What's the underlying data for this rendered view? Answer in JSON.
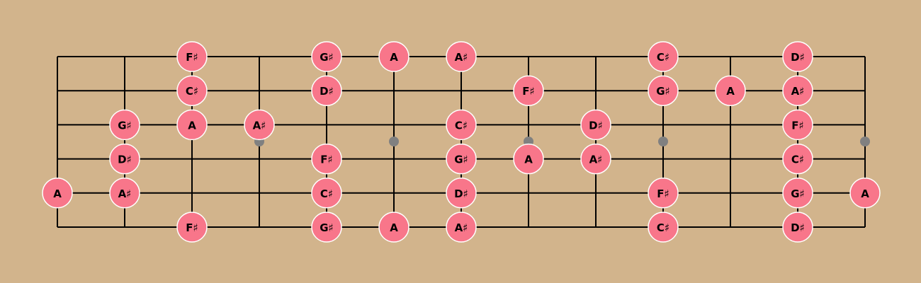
{
  "fretboard": {
    "string_count": 6,
    "fret_count": 12,
    "inlay_frets": [
      3,
      5,
      7,
      9,
      12
    ],
    "colors": {
      "background": "#d2b48c",
      "lines": "#000000",
      "inlay": "#808080",
      "note_fill": "#f8768a",
      "note_stroke": "#ffffff",
      "note_text": "#000000"
    },
    "notes": [
      {
        "string": 1,
        "fret": 2,
        "label": "F♯"
      },
      {
        "string": 1,
        "fret": 4,
        "label": "G♯"
      },
      {
        "string": 1,
        "fret": 5,
        "label": "A"
      },
      {
        "string": 1,
        "fret": 6,
        "label": "A♯"
      },
      {
        "string": 1,
        "fret": 9,
        "label": "C♯"
      },
      {
        "string": 1,
        "fret": 11,
        "label": "D♯"
      },
      {
        "string": 2,
        "fret": 2,
        "label": "C♯"
      },
      {
        "string": 2,
        "fret": 4,
        "label": "D♯"
      },
      {
        "string": 2,
        "fret": 7,
        "label": "F♯"
      },
      {
        "string": 2,
        "fret": 9,
        "label": "G♯"
      },
      {
        "string": 2,
        "fret": 10,
        "label": "A"
      },
      {
        "string": 2,
        "fret": 11,
        "label": "A♯"
      },
      {
        "string": 3,
        "fret": 1,
        "label": "G♯"
      },
      {
        "string": 3,
        "fret": 2,
        "label": "A"
      },
      {
        "string": 3,
        "fret": 3,
        "label": "A♯"
      },
      {
        "string": 3,
        "fret": 6,
        "label": "C♯"
      },
      {
        "string": 3,
        "fret": 8,
        "label": "D♯"
      },
      {
        "string": 3,
        "fret": 11,
        "label": "F♯"
      },
      {
        "string": 4,
        "fret": 1,
        "label": "D♯"
      },
      {
        "string": 4,
        "fret": 4,
        "label": "F♯"
      },
      {
        "string": 4,
        "fret": 6,
        "label": "G♯"
      },
      {
        "string": 4,
        "fret": 7,
        "label": "A"
      },
      {
        "string": 4,
        "fret": 8,
        "label": "A♯"
      },
      {
        "string": 4,
        "fret": 11,
        "label": "C♯"
      },
      {
        "string": 5,
        "fret": 0,
        "label": "A"
      },
      {
        "string": 5,
        "fret": 1,
        "label": "A♯"
      },
      {
        "string": 5,
        "fret": 4,
        "label": "C♯"
      },
      {
        "string": 5,
        "fret": 6,
        "label": "D♯"
      },
      {
        "string": 5,
        "fret": 9,
        "label": "F♯"
      },
      {
        "string": 5,
        "fret": 11,
        "label": "G♯"
      },
      {
        "string": 5,
        "fret": 12,
        "label": "A"
      },
      {
        "string": 6,
        "fret": 2,
        "label": "F♯"
      },
      {
        "string": 6,
        "fret": 4,
        "label": "G♯"
      },
      {
        "string": 6,
        "fret": 5,
        "label": "A"
      },
      {
        "string": 6,
        "fret": 6,
        "label": "A♯"
      },
      {
        "string": 6,
        "fret": 9,
        "label": "C♯"
      },
      {
        "string": 6,
        "fret": 11,
        "label": "D♯"
      }
    ]
  }
}
